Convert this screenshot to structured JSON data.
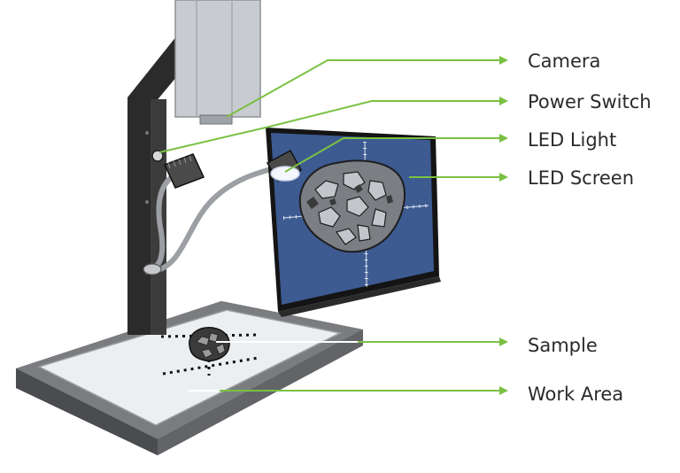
{
  "labels": {
    "camera": "Camera",
    "power_switch": "Power Switch",
    "led_light": "LED Light",
    "led_screen": "LED Screen",
    "sample": "Sample",
    "work_area": "Work Area"
  },
  "colors": {
    "leader_line": "#7ac143",
    "screen_fill": "#3d5a91",
    "stand": "#2b2b2b",
    "base_frame": "#6d6f72",
    "work_surface": "#eceff1",
    "camera_body": "#c8cbcf"
  }
}
